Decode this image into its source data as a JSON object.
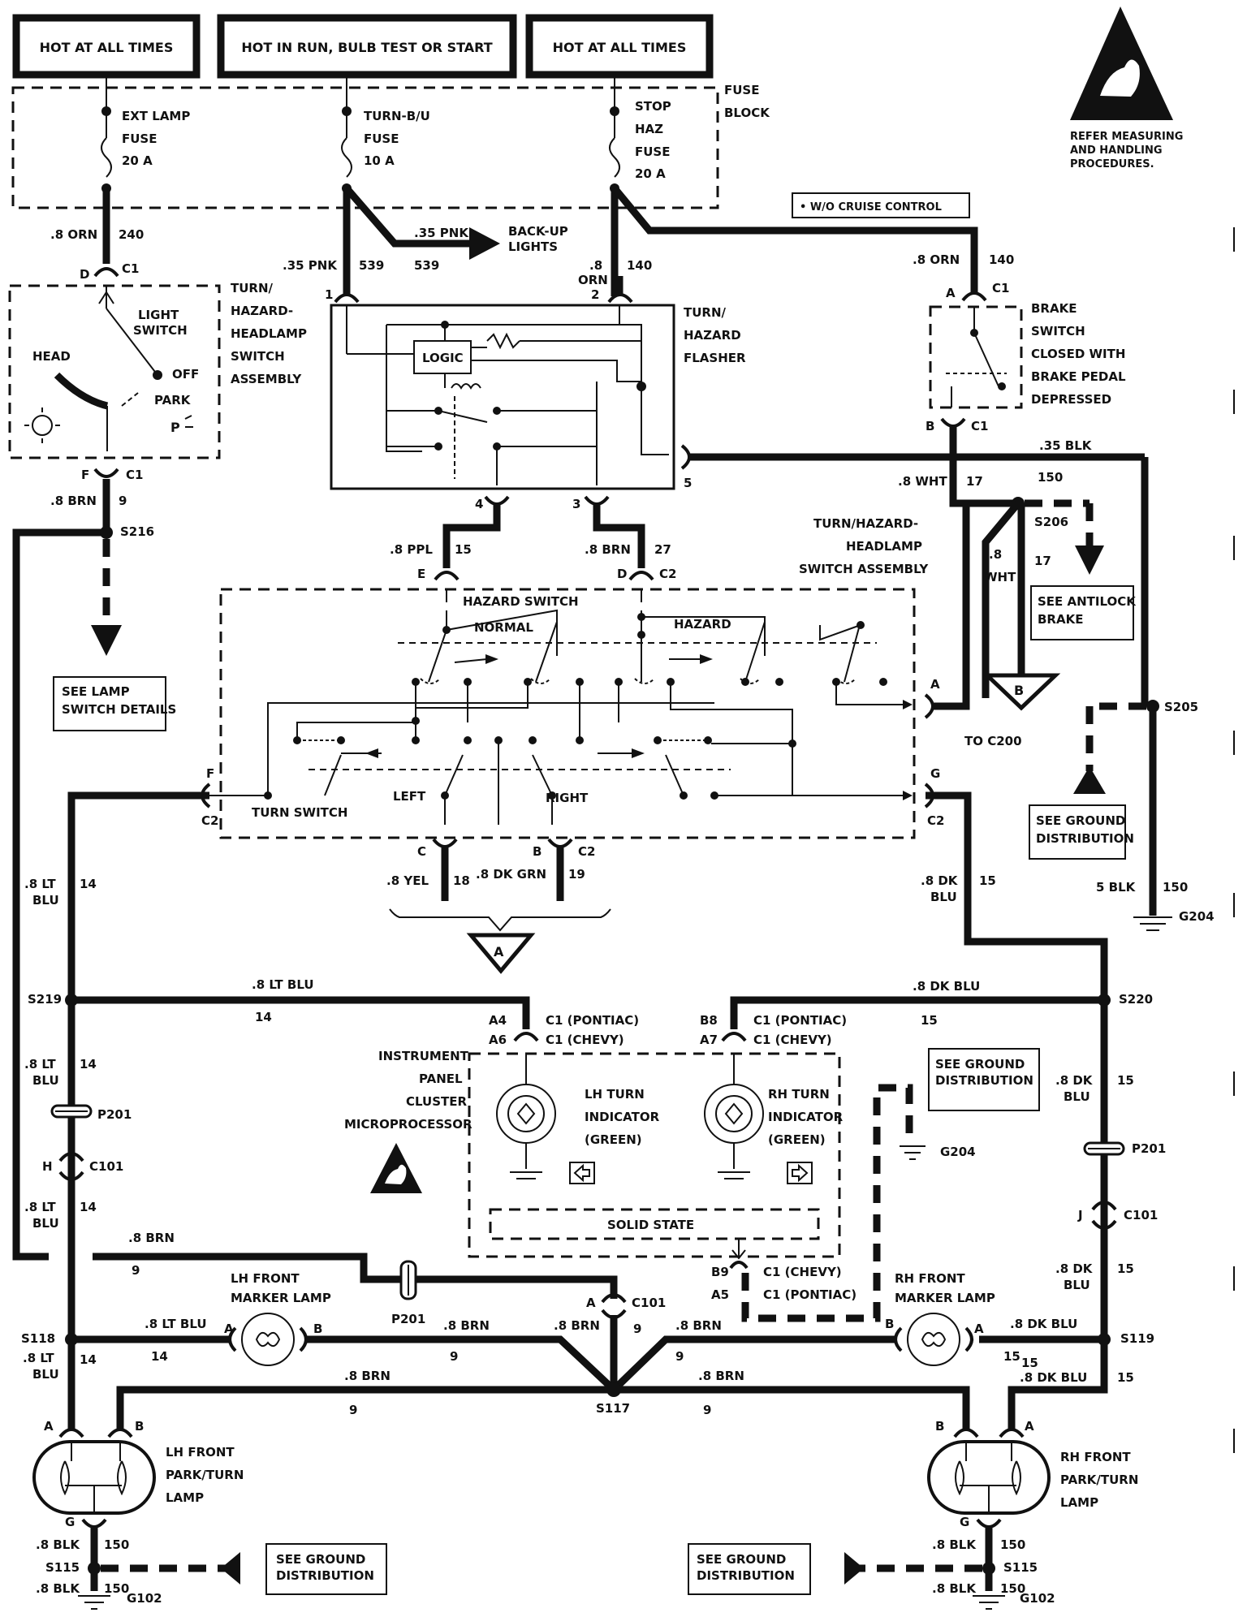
{
  "header_boxes": [
    "HOT AT ALL TIMES",
    "HOT IN RUN, BULB TEST OR START",
    "HOT AT ALL TIMES"
  ],
  "esd_note": [
    "REFER MEASURING",
    "AND HANDLING",
    "PROCEDURES."
  ],
  "fuse_block_label": [
    "FUSE",
    "BLOCK"
  ],
  "fuses": {
    "ext_lamp": [
      "EXT LAMP",
      "FUSE",
      "20 A"
    ],
    "turn_bu": [
      "TURN-B/U",
      "FUSE",
      "10 A"
    ],
    "stop_haz": [
      "STOP",
      "HAZ",
      "FUSE",
      "20 A"
    ]
  },
  "cruise_note": "• W/O CRUISE CONTROL",
  "backup": {
    "wire": ".35 PNK",
    "circuit": "539",
    "label": [
      "BACK-UP",
      "LIGHTS"
    ]
  },
  "light_switch": {
    "title": [
      "TURN/",
      "HAZARD-",
      "HEADLAMP",
      "SWITCH",
      "ASSEMBLY"
    ],
    "switch_label": [
      "LIGHT",
      "SWITCH"
    ],
    "head": "HEAD",
    "off": "OFF",
    "park": "PARK"
  },
  "flasher": {
    "title": [
      "TURN/",
      "HAZARD",
      "FLASHER"
    ],
    "logic": "LOGIC"
  },
  "brake_switch": {
    "label": [
      "BRAKE",
      "SWITCH",
      "CLOSED WITH",
      "BRAKE PEDAL",
      "DEPRESSED"
    ]
  },
  "hazard_assembly": {
    "title": [
      "TURN/HAZARD-",
      "HEADLAMP",
      "SWITCH ASSEMBLY"
    ],
    "hazard_switch": "HAZARD SWITCH",
    "normal": "NORMAL",
    "hazard": "HAZARD",
    "turn_switch": "TURN SWITCH",
    "left": "LEFT",
    "right": "RIGHT"
  },
  "notes": {
    "see_antilock": [
      "SEE ANTILOCK",
      "BRAKE"
    ],
    "see_lamp_switch": [
      "SEE LAMP",
      "SWITCH DETAILS"
    ],
    "see_ground_1": [
      "SEE GROUND",
      "DISTRIBUTION"
    ],
    "see_ground_2": [
      "SEE GROUND",
      "DISTRIBUTION"
    ],
    "see_ground_3": [
      "SEE GROUND",
      "DISTRIBUTION"
    ],
    "see_ground_4": [
      "SEE GROUND",
      "DISTRIBUTION"
    ],
    "to_c200": "TO C200",
    "ref_a": "A",
    "ref_b": "B"
  },
  "cluster": {
    "title": [
      "INSTRUMENT",
      "PANEL",
      "CLUSTER",
      "MICROPROCESSOR"
    ],
    "lh": [
      "LH TURN",
      "INDICATOR",
      "(GREEN)"
    ],
    "rh": [
      "RH TURN",
      "INDICATOR",
      "(GREEN)"
    ],
    "solid_state": "SOLID STATE",
    "c1_pontiac": "C1 (PONTIAC)",
    "c1_chevy": "C1 (CHEVY)"
  },
  "lamps": {
    "lh_marker": [
      "LH FRONT",
      "MARKER LAMP"
    ],
    "rh_marker": [
      "RH FRONT",
      "MARKER LAMP"
    ],
    "lh_park": [
      "LH FRONT",
      "PARK/TURN",
      "LAMP"
    ],
    "rh_park": [
      "RH FRONT",
      "PARK/TURN",
      "LAMP"
    ]
  },
  "wires": {
    "orn240": [
      ".8 ORN",
      "240"
    ],
    "pnk539": [
      ".35 PNK",
      "539"
    ],
    "orn140": [
      ".8",
      "ORN",
      "140"
    ],
    "orn140b": [
      ".8 ORN",
      "140"
    ],
    "brn9": [
      ".8 BRN",
      "9"
    ],
    "ppl15": [
      ".8 PPL",
      "15"
    ],
    "brn27": [
      ".8 BRN",
      "27"
    ],
    "wht17": [
      ".8 WHT",
      "17"
    ],
    "blk150": [
      ".35 BLK",
      "150"
    ],
    "yel18": [
      ".8 YEL",
      "18"
    ],
    "dkgrn19": [
      ".8 DK GRN",
      "19"
    ],
    "ltblu14": [
      ".8 LT",
      "BLU",
      "14"
    ],
    "dkblu15": [
      ".8 DK",
      "BLU",
      "15"
    ],
    "ltblu14h": [
      ".8 LT BLU",
      "14"
    ],
    "dkblu15h": [
      ".8 DK BLU",
      "15"
    ],
    "blk5_150": [
      "5 BLK",
      "150"
    ],
    "brn9b": [
      ".8 BRN",
      "9"
    ],
    "blk150b": [
      ".8 BLK",
      "150"
    ]
  },
  "splices": [
    "S216",
    "S219",
    "S220",
    "S118",
    "S119",
    "S117",
    "S115",
    "S115",
    "S205",
    "S206"
  ],
  "grounds": [
    "G204",
    "G204",
    "G102",
    "G102"
  ],
  "connectors": [
    "C1",
    "C2",
    "C101",
    "P201"
  ]
}
